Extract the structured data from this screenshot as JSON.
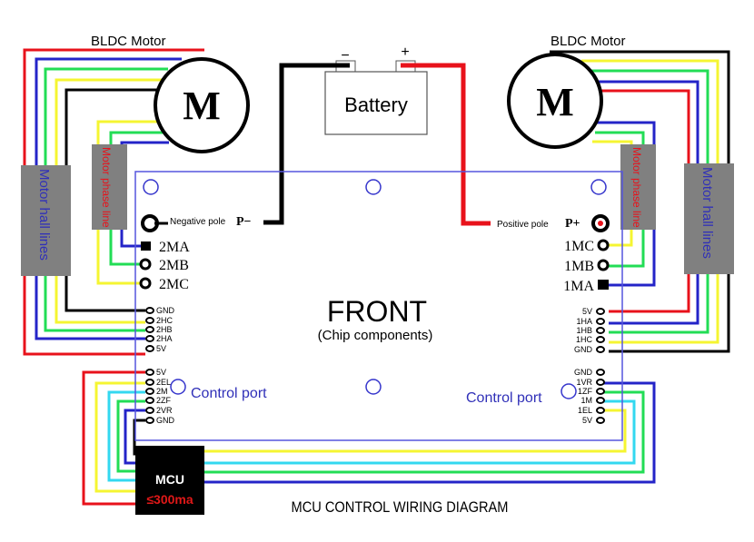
{
  "colors": {
    "red": "#e8121b",
    "blue": "#2424c8",
    "green": "#22dd55",
    "yellow": "#f5f532",
    "cyan": "#33d8f0",
    "black": "#000000",
    "board_outline": "#5555dd",
    "label_blue": "#3030b8",
    "connector_gray": "#808080",
    "mcu_bg": "#000000",
    "mcu_rating": "#e01818"
  },
  "motors": {
    "left": {
      "title": "BLDC Motor",
      "symbol": "M"
    },
    "right": {
      "title": "BLDC Motor",
      "symbol": "M"
    }
  },
  "battery": {
    "label": "Battery",
    "neg_symbol": "−",
    "pos_symbol": "+"
  },
  "board": {
    "title": "FRONT",
    "subtitle": "(Chip components)",
    "negative_pole": {
      "label": "Negative pole",
      "code": "P−"
    },
    "positive_pole": {
      "label": "Positive pole",
      "code": "P+"
    },
    "left_phase_pins": [
      "2MA",
      "2MB",
      "2MC"
    ],
    "right_phase_pins": [
      "1MC",
      "1MB",
      "1MA"
    ],
    "left_hall_pins": [
      "GND",
      "2HC",
      "2HB",
      "2HA",
      "5V"
    ],
    "right_hall_pins": [
      "5V",
      "1HA",
      "1HB",
      "1HC",
      "GND"
    ],
    "left_control_pins": [
      "5V",
      "2EL",
      "2M",
      "2ZF",
      "2VR",
      "GND"
    ],
    "right_control_pins": [
      "GND",
      "1VR",
      "1ZF",
      "1M",
      "1EL",
      "5V"
    ],
    "left_control_label": "Control port",
    "right_control_label": "Control port"
  },
  "connectors": {
    "left_hall": "Motor hall lines",
    "left_phase": "Motor phase line",
    "right_phase": "Motor phase line",
    "right_hall": "Motor hall lines"
  },
  "mcu": {
    "label": "MCU",
    "rating": "≤300ma"
  },
  "caption": "MCU CONTROL WIRING DIAGRAM"
}
